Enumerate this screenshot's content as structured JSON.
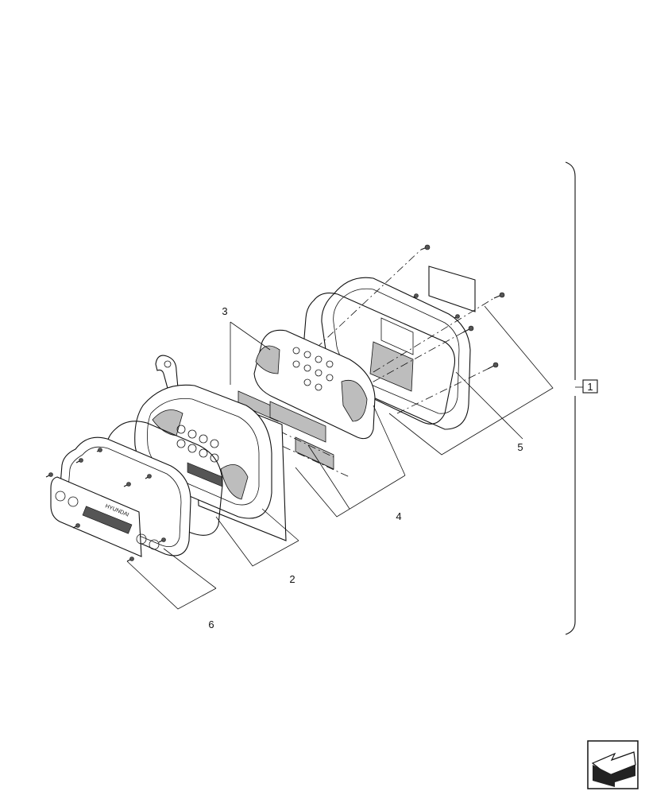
{
  "callouts": {
    "assembly": "1",
    "item_2": "2",
    "item_3": "3",
    "item_4": "4",
    "item_5": "5",
    "item_6": "6"
  },
  "nameplate_text": "HYUNDAI",
  "icons": {
    "view_direction": "view-direction-arrow-icon"
  }
}
